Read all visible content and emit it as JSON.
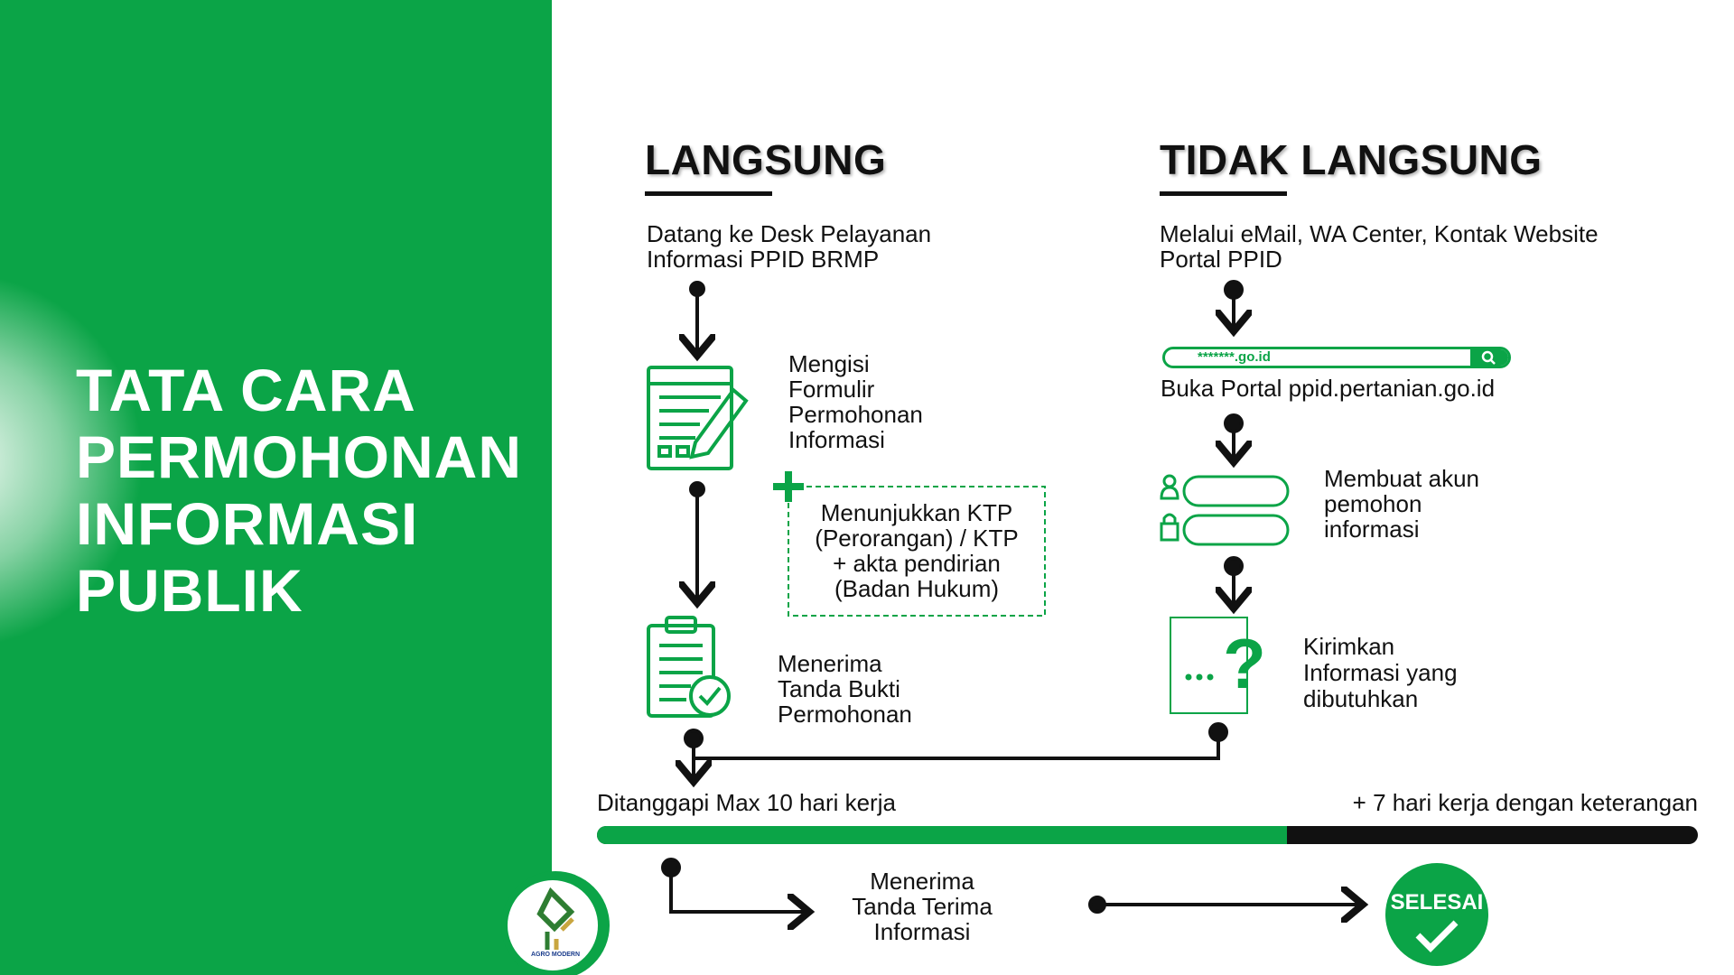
{
  "title_lines": [
    "TATA CARA",
    "PERMOHONAN",
    "INFORMASI",
    "PUBLIK"
  ],
  "langsung": {
    "heading": "LANGSUNG",
    "step1": [
      "Datang ke Desk Pelayanan",
      "Informasi PPID BRMP"
    ],
    "step2": [
      "Mengisi",
      "Formulir",
      "Permohonan",
      "Informasi"
    ],
    "requirement": [
      "Menunjukkan KTP",
      "(Perorangan) / KTP",
      "+ akta pendirian",
      "(Badan Hukum)"
    ],
    "step3": [
      "Menerima",
      "Tanda Bukti",
      "Permohonan"
    ]
  },
  "tidak_langsung": {
    "heading": "TIDAK LANGSUNG",
    "step1": [
      "Melalui eMail, WA Center, Kontak Website",
      "Portal PPID"
    ],
    "search_value": "*******.go.id",
    "step2": "Buka Portal ppid.pertanian.go.id",
    "step3": [
      "Membuat akun",
      "pemohon",
      "informasi"
    ],
    "step4": [
      "Kirimkan",
      "Informasi yang",
      "dibutuhkan"
    ]
  },
  "timeline": {
    "left_label": "Ditanggapi Max 10 hari kerja",
    "right_label": "+ 7 hari kerja dengan keterangan",
    "green_fraction": 0.627
  },
  "final": {
    "receive": [
      "Menerima",
      "Tanda Terima",
      "Informasi"
    ],
    "done": "SELESAI"
  },
  "logo_text": "AGRO MODERN",
  "colors": {
    "green": "#0ba447",
    "black": "#111111"
  }
}
